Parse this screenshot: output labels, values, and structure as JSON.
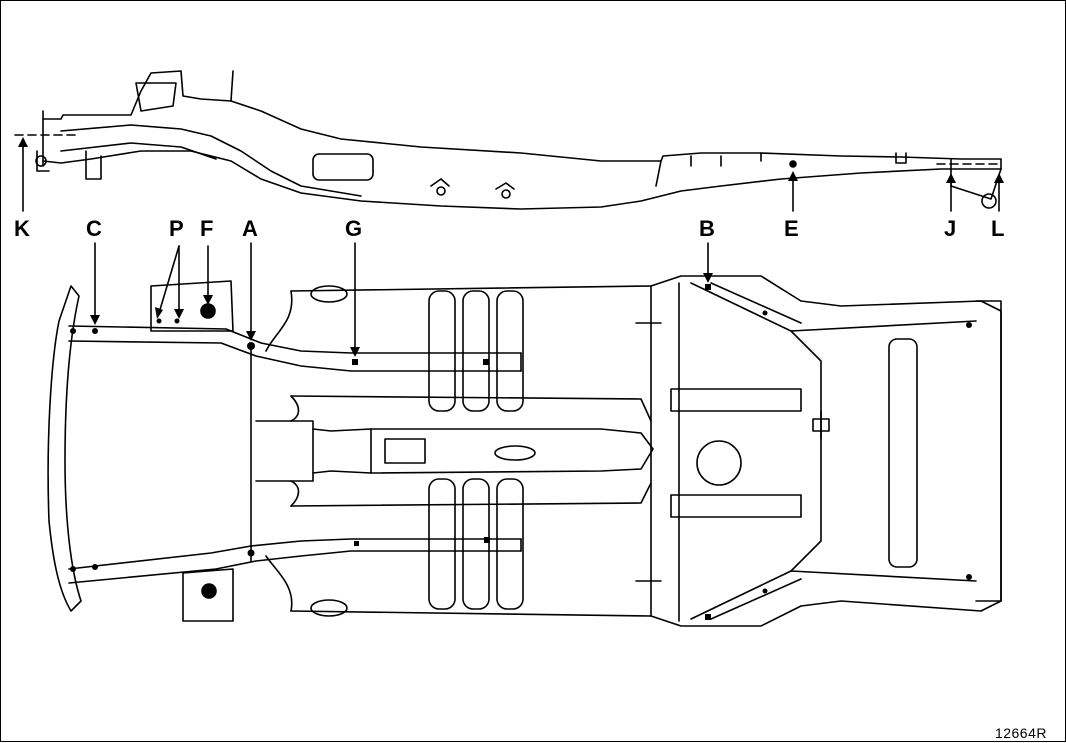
{
  "figure": {
    "reference": "12664R",
    "callouts": {
      "K": "K",
      "C": "C",
      "P": "P",
      "F": "F",
      "A": "A",
      "G": "G",
      "B": "B",
      "E": "E",
      "J": "J",
      "L": "L"
    }
  }
}
